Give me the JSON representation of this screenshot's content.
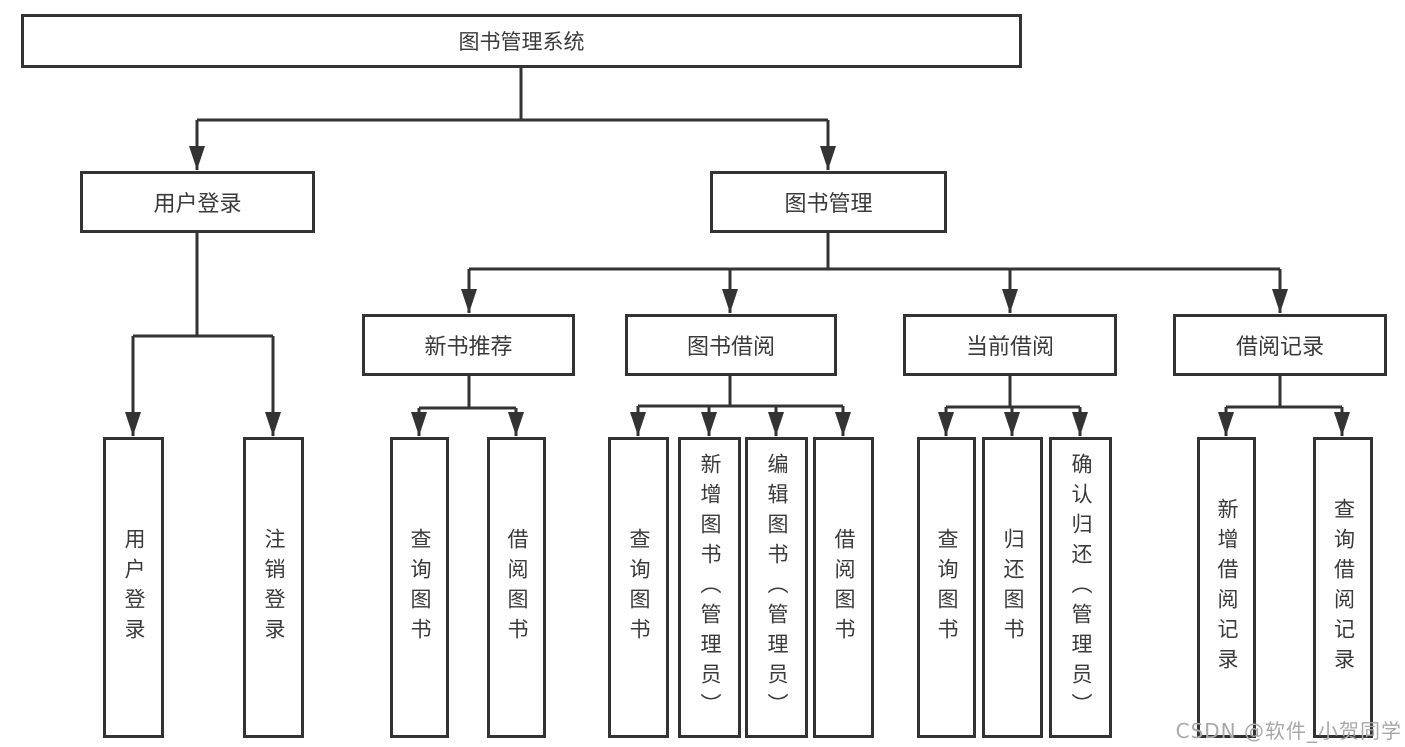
{
  "nodes": {
    "root": "图书管理系统",
    "user_login": "用户登录",
    "book_mgmt": "图书管理",
    "new_book_rec": "新书推荐",
    "book_borrow": "图书借阅",
    "current_borrow": "当前借阅",
    "borrow_record": "借阅记录"
  },
  "leaves": {
    "user_login": "用户登录",
    "logout": "注销登录",
    "query_book_a": "查询图书",
    "borrow_book_a": "借阅图书",
    "query_book_b": "查询图书",
    "add_book": "新增图书（管理员）",
    "edit_book": "编辑图书（管理员）",
    "borrow_book_b": "借阅图书",
    "query_book_c": "查询图书",
    "return_book": "归还图书",
    "confirm_return": "确认归还（管理员）",
    "add_borrow_record": "新增借阅记录",
    "query_borrow_record": "查询借阅记录"
  },
  "watermark": "CSDN @软件_小贺同学",
  "colors": {
    "line": "#333333",
    "text": "#3a3a3a",
    "watermark": "#a8a8a8",
    "background": "#ffffff"
  }
}
